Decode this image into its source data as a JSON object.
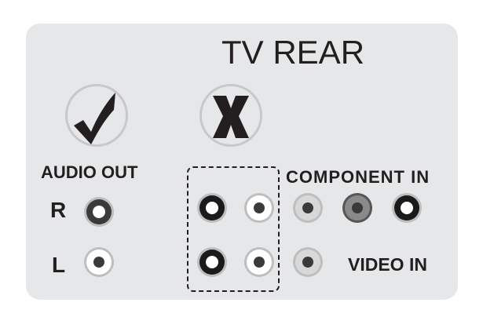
{
  "title": "TV REAR",
  "status_icons": [
    {
      "name": "checkmark-icon",
      "meaning": "correct"
    },
    {
      "name": "cross-icon",
      "meaning": "incorrect"
    }
  ],
  "labels": {
    "audio_out": "AUDIO OUT",
    "right": "R",
    "left": "L",
    "component_in": "COMPONENT IN",
    "video_in": "VIDEO IN"
  },
  "colors": {
    "panel": "#e6e7e8",
    "text": "#231f20",
    "ring": "#c7c8ca"
  },
  "jacks": [
    {
      "id": "audio-out-r",
      "ring": "#3a3a3a",
      "center": "#ffffff"
    },
    {
      "id": "audio-out-l",
      "ring": "#ffffff",
      "center": "#3a3a3a"
    },
    {
      "id": "box-top-left",
      "ring": "#1a1a1a",
      "center": "#ffffff"
    },
    {
      "id": "box-top-right",
      "ring": "#ffffff",
      "center": "#3a3a3a"
    },
    {
      "id": "box-bottom-left",
      "ring": "#1a1a1a",
      "center": "#ffffff"
    },
    {
      "id": "box-bottom-right",
      "ring": "#ffffff",
      "center": "#3a3a3a"
    },
    {
      "id": "component-1",
      "ring": "#d8d8d8",
      "center": "#3a3a3a"
    },
    {
      "id": "component-2",
      "ring": "#8a8a8a",
      "center": "#3a3a3a"
    },
    {
      "id": "component-3",
      "ring": "#1a1a1a",
      "center": "#ffffff"
    },
    {
      "id": "video-in",
      "ring": "#d8d8d8",
      "center": "#3a3a3a"
    }
  ]
}
